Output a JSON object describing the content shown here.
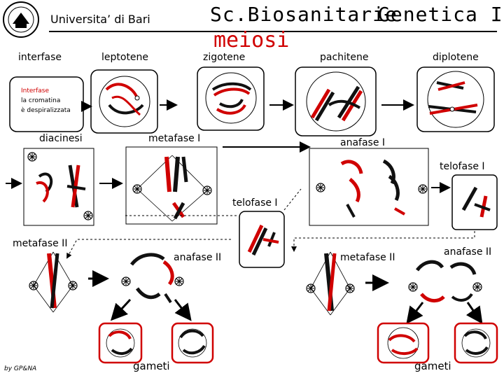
{
  "header": {
    "university": "Universita’ di Bari",
    "course": "Sc.Biosanitarie",
    "subject": "Genetica I",
    "topic": "meiosi"
  },
  "stages": {
    "interfase": "interfase",
    "leptotene": "leptotene",
    "zigotene": "zigotene",
    "pachitene": "pachitene",
    "diplotene": "diplotene",
    "diacinesi": "diacinesi",
    "metafase1": "metafase I",
    "anafase1": "anafase I",
    "telofase1_right": "telofase I",
    "telofase1_center": "telofase I",
    "metafase2_left": "metafase II",
    "anafase2_left": "anafase II",
    "metafase2_right": "metafase II",
    "anafase2_right": "anafase II",
    "gameti_left": "gameti",
    "gameti_right": "gameti"
  },
  "interphase_cell_text": [
    "Interfase",
    "la cromatina",
    "è despiralizzata"
  ],
  "credit": "by GP&NA",
  "colors": {
    "red": "#d00000",
    "black": "#111111",
    "cell_border": "#000000",
    "gamete_border": "#d00000"
  }
}
